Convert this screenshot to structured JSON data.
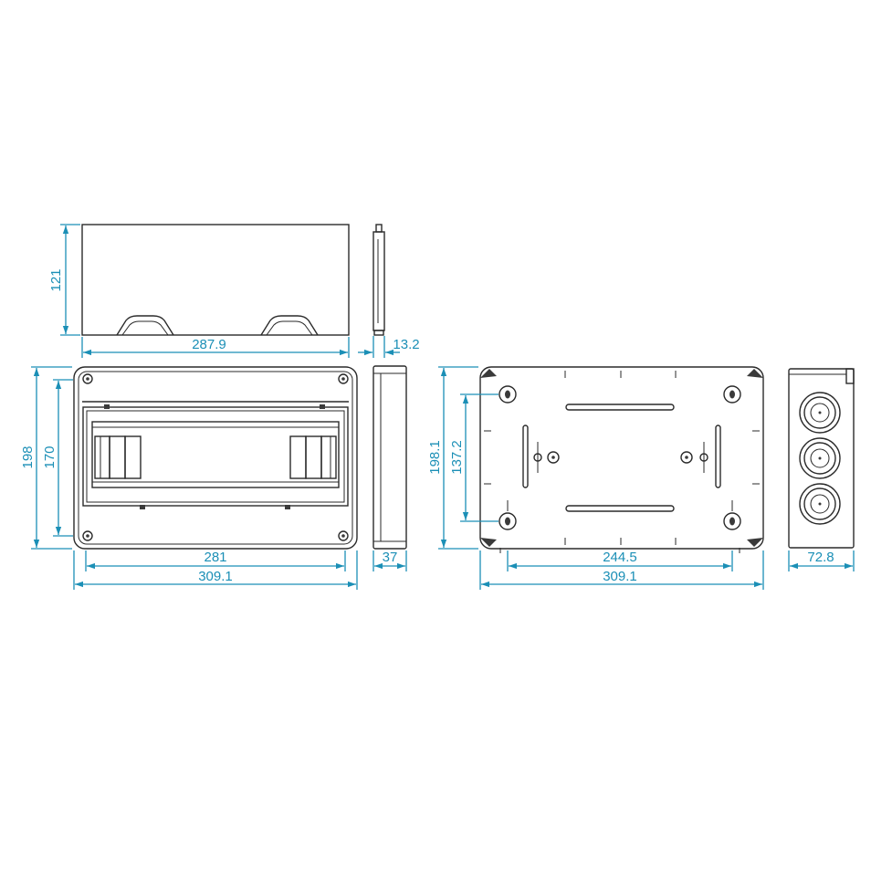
{
  "colors": {
    "dimension": "#1b8fb6",
    "outline": "#2a2a2a",
    "background": "#ffffff"
  },
  "views": {
    "lid_front": {
      "width_label": "287.9",
      "height_label": "121"
    },
    "lid_side": {
      "depth_label": "13.2"
    },
    "front": {
      "inner_width_label": "281",
      "outer_width_label": "309.1",
      "outer_height_label": "198",
      "inner_height_label": "170"
    },
    "front_side": {
      "depth_label": "37"
    },
    "rear": {
      "mount_width_label": "244.5",
      "outer_width_label": "309.1",
      "outer_height_label": "198.1",
      "mount_height_label": "137.2"
    },
    "end": {
      "depth_label": "72.8"
    }
  }
}
